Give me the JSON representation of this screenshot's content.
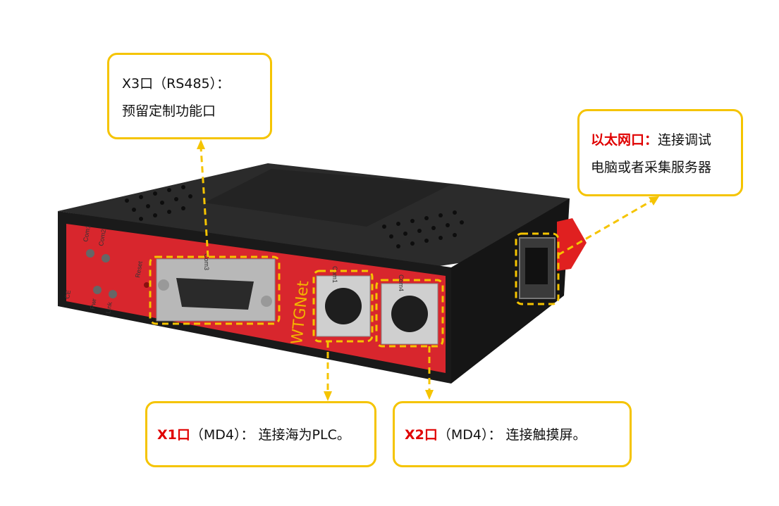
{
  "device": {
    "brand": "WTGNet",
    "led_labels": [
      "Com1",
      "Com2",
      "Pwr",
      "Link"
    ],
    "reset_label": "Reset",
    "port_label_x3": "Com3",
    "port_label_x1": "Com1",
    "port_label_x2": "Com4",
    "ce_mark": "CE"
  },
  "callouts": {
    "x3": {
      "line1": "X3口（RS485）：",
      "line2": "预留定制功能口"
    },
    "ethernet": {
      "title": "以太网口：",
      "line1_rest": "连接调试",
      "line2": "电脑或者采集服务器"
    },
    "x1": {
      "title": "X1口",
      "rest": "（MD4）：  连接海为PLC。"
    },
    "x2": {
      "title": "X2口",
      "rest": "（MD4）：  连接触摸屏。"
    }
  },
  "colors": {
    "callout_border": "#f5c400",
    "highlight": "#e00000",
    "panel_red": "#d8262d",
    "body": "#1c1c1c"
  }
}
